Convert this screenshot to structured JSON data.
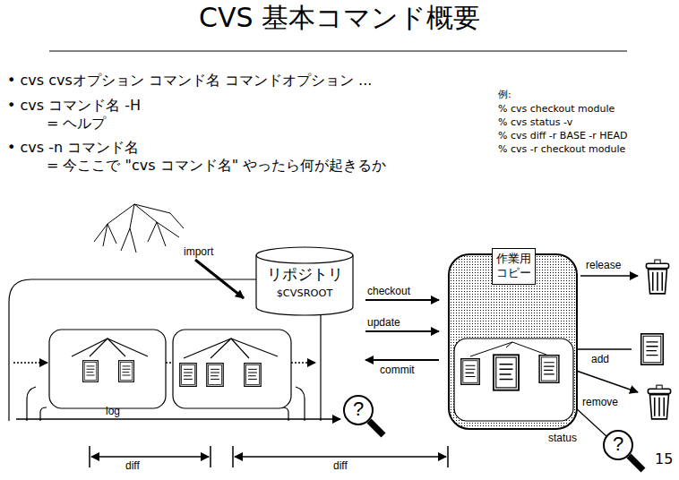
{
  "diagram": {
    "title": "CVS 基本コマンド概要",
    "nodes": [
      {
        "text": [
          "リポジトリ",
          "$CVSROOT"
        ]
      },
      {
        "text": [
          "作業用 コピー"
        ]
      }
    ],
    "edges": [
      {
        "from": 0,
        "to": 1,
        "arrow": "to",
        "label": "checkout"
      },
      {
        "from": 0,
        "to": 1,
        "arrow": "to",
        "label": "update"
      },
      {
        "from": 1,
        "to": 0,
        "arrow": "to",
        "label": "commit"
      }
    ],
    "labels": [
      "• cvs cvsオプション コマンド名 コマンドオプション ...",
      "• cvs コマンド名 -H",
      "= ヘルプ",
      "• cvs -n コマンド名",
      "= 今ここで \"cvs コマンド名\" やったら何が起きるか",
      "例:",
      "% cvs checkout module",
      "% cvs status -v",
      "% cvs diff -r BASE -r HEAD",
      "% cvs -r checkout module",
      "import",
      "log",
      "diff",
      "diff",
      "release",
      "add",
      "remove",
      "status",
      "?",
      "?",
      "15"
    ]
  }
}
